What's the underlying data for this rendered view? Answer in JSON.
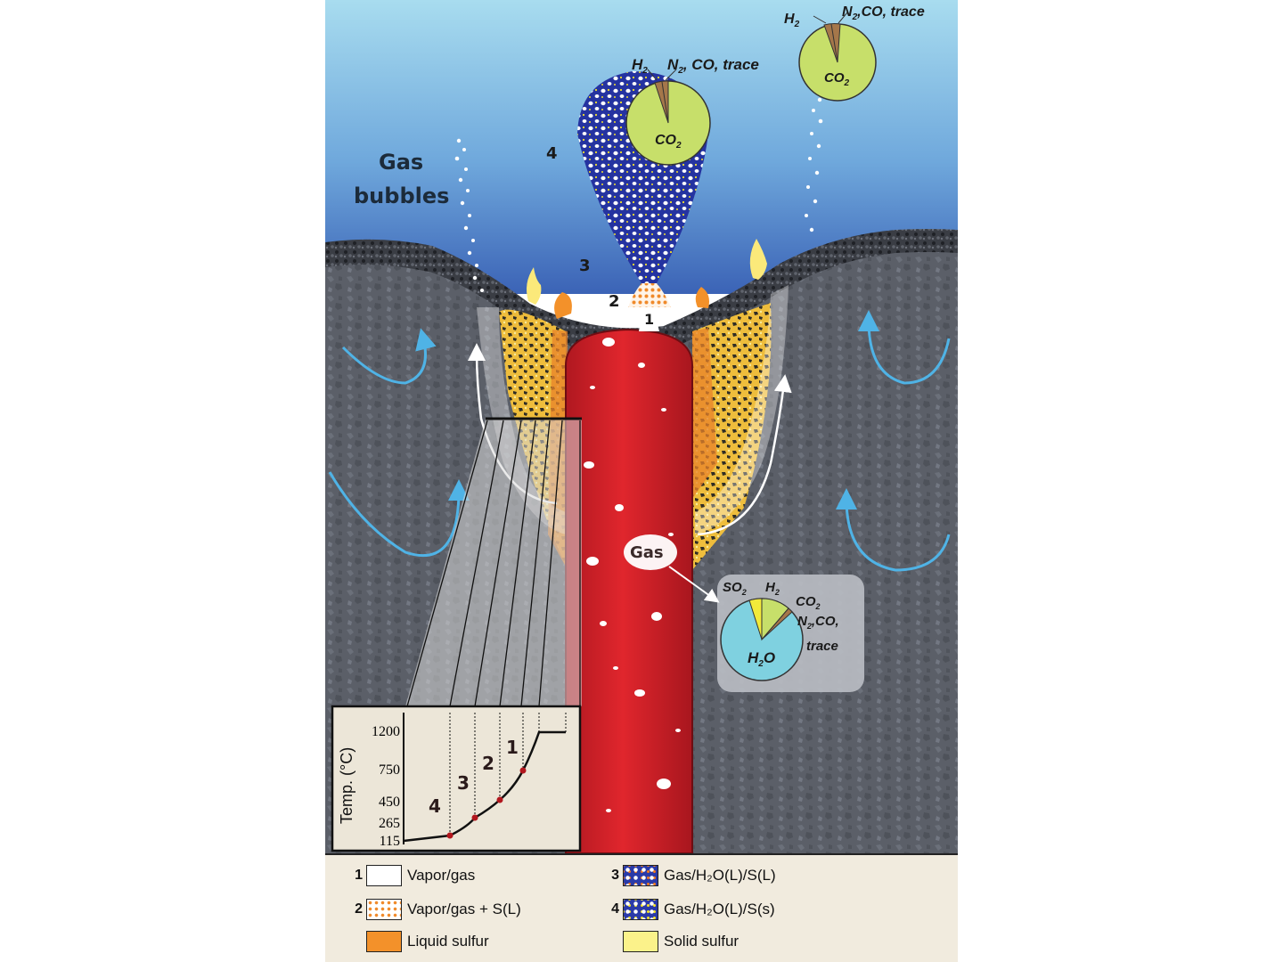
{
  "labels": {
    "gas_bubbles_1": "Gas",
    "gas_bubbles_2": "bubbles",
    "gas_in_magma": "Gas",
    "zone1": "1",
    "zone2": "2",
    "zone3": "3",
    "zone4": "4"
  },
  "pie_plume": {
    "h2": "H",
    "h2_sub": "2",
    "rest": "N",
    "rest_sub": "2",
    "rest_tail": ", CO, trace",
    "main": "CO",
    "main_sub": "2"
  },
  "pie_top_right": {
    "h2": "H",
    "h2_sub": "2",
    "rest": "N",
    "rest_sub": "2",
    "rest_tail": ",CO, trace",
    "main": "CO",
    "main_sub": "2"
  },
  "pie_magma": {
    "so2": "SO",
    "so2_sub": "2",
    "h2": "H",
    "h2_sub": "2",
    "co2": "CO",
    "co2_sub": "2",
    "n2": "N",
    "n2_sub": "2",
    "n2_tail": ",CO,",
    "trace": "trace",
    "main": "H",
    "main_sub": "2",
    "main_tail": "O"
  },
  "temp_chart": {
    "ylabel": "Temp. (°C)",
    "ticks": [
      "1200",
      "750",
      "450",
      "265",
      "115"
    ],
    "zones": [
      "4",
      "3",
      "2",
      "1"
    ]
  },
  "legend": {
    "items": [
      {
        "num": "1",
        "label": "Vapor/gas"
      },
      {
        "num": "2",
        "label": "Vapor/gas + S(L)"
      },
      {
        "num": "",
        "label": "Liquid sulfur"
      },
      {
        "num": "3",
        "label": "Gas/H₂O(L)/S(L)"
      },
      {
        "num": "4",
        "label": "Gas/H₂O(L)/S(s)"
      },
      {
        "num": "",
        "label": "Solid sulfur"
      }
    ]
  },
  "colors": {
    "sky_top": "#a8dcef",
    "sky_bottom": "#3a6fc0",
    "rock": "#5a5e66",
    "magma": "#d8232a",
    "co2_green": "#c7df6a",
    "h2_brown": "#a5774a",
    "h2o_cyan": "#7fd1e0",
    "so2_yellow": "#f2ea3a",
    "plume_blue": "#2533a0",
    "liquid_sulfur": "#f3912a",
    "solid_sulfur": "#fbf28a",
    "arrow_blue": "#4fb3e6",
    "legend_bg": "#f1ebde"
  }
}
